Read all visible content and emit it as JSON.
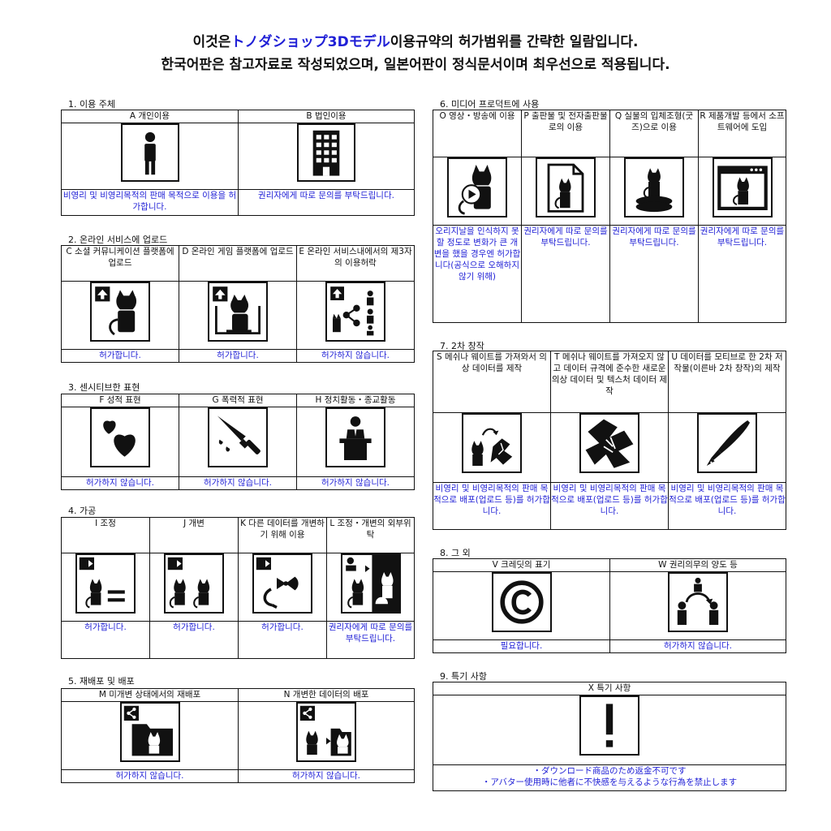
{
  "header": {
    "line1_pre": "이것은",
    "line1_hl": "トノダショップ3Dモデル",
    "line1_post": "이용규약의 허가범위를 간략한 일람입니다.",
    "line2": "한국어판은 참고자료로 작성되었으며, 일본어판이 정식문서이며 최우선으로 적용됩니다."
  },
  "sections": {
    "s1": {
      "title": "1. 이용 주체",
      "items": [
        {
          "label": "A 개인이용",
          "icon": "person-icon",
          "status": "비영리 및 비영리목적의 판매 목적으로 이용을 허가합니다."
        },
        {
          "label": "B 법인이용",
          "icon": "office-building-icon",
          "status": "권리자에게 따로 문의를 부탁드립니다."
        }
      ]
    },
    "s2": {
      "title": "2. 온라인 서비스에 업로드",
      "items": [
        {
          "label": "C 소셜 커뮤니케이션 플랫폼에 업로드",
          "icon": "upload-avatar-icon",
          "status": "허가합니다."
        },
        {
          "label": "D 온라인 게임 플랫폼에 업로드",
          "icon": "upload-game-icon",
          "status": "허가합니다."
        },
        {
          "label": "E 온라인 서비스내에서의 제3자의 이용허락",
          "icon": "share-third-party-icon",
          "status": "허가하지 않습니다."
        }
      ]
    },
    "s3": {
      "title": "3. 센시티브한 표현",
      "items": [
        {
          "label": "F 성적 표현",
          "icon": "hearts-icon",
          "status": "허가하지 않습니다."
        },
        {
          "label": "G 폭력적 표현",
          "icon": "knife-icon",
          "status": "허가하지 않습니다."
        },
        {
          "label": "H 정치활동・종교활동",
          "icon": "podium-icon",
          "status": "허가하지 않습니다."
        }
      ]
    },
    "s4": {
      "title": "4. 가공",
      "items": [
        {
          "label": "I 조정",
          "icon": "adjust-icon",
          "status": "허가합니다."
        },
        {
          "label": "J 개변",
          "icon": "modify-icon",
          "status": "허가합니다."
        },
        {
          "label": "K 다른 데이터를 개변하기 위해 이용",
          "icon": "reuse-parts-icon",
          "status": "허가합니다."
        },
        {
          "label": "L 조정・개변의 외부위탁",
          "icon": "outsourcing-icon",
          "status": "권리자에게 따로 문의를 부탁드립니다."
        }
      ]
    },
    "s5": {
      "title": "5. 재배포 및 배포",
      "items": [
        {
          "label": "M 미개변 상태에서의 재배포",
          "icon": "redistribute-folder-icon",
          "status": "허가하지 않습니다."
        },
        {
          "label": "N 개변한 데이터의 배포",
          "icon": "distribute-modified-icon",
          "status": "허가하지 않습니다."
        }
      ]
    },
    "s6": {
      "title": "6. 미디어 프로덕트에 사용",
      "items": [
        {
          "label": "O 영상・방송에 이용",
          "icon": "video-play-icon",
          "status": "오리지날을 인식하지 못할 정도로 변화가 큰 개변을 했을 경우엔 허가합니다(공식으로 오해하지 않기 위해)"
        },
        {
          "label": "P 출판물 및 전자출판물로의 이용",
          "icon": "document-icon",
          "status": "권리자에게 따로 문의를 부탁드립니다."
        },
        {
          "label": "Q 실물의 입체조형(굿즈)으로 이용",
          "icon": "figure-icon",
          "status": "권리자에게 따로 문의를 부탁드립니다."
        },
        {
          "label": "R 제품개발 등에서 소프트웨어에 도입",
          "icon": "software-window-icon",
          "status": "권리자에게 따로 문의를 부탁드립니다."
        }
      ]
    },
    "s7": {
      "title": "7. 2차 창작",
      "items": [
        {
          "label": "S 메쉬나 웨이트를 가져와서 의상 데이터를 제작",
          "icon": "costume-transfer-icon",
          "status": "비영리 및 비영리목적의 판매 목적으로 배포(업로드 등)를 허가합니다."
        },
        {
          "label": "T 메쉬나 웨이트를 가져오지 않고 데이터 규격에 준수한 새로운 의상 데이터 및 텍스처 데이터 제작",
          "icon": "new-costume-icon",
          "status": "비영리 및 비영리목적의 판매 목적으로 배포(업로드 등)를 허가합니다."
        },
        {
          "label": "U 데이터를 모티브로 한 2차 저작물(이른바 2차 창작)의 제작",
          "icon": "pen-icon",
          "status": "비영리 및 비영리목적의 판매 목적으로 배포(업로드 등)를 허가합니다."
        }
      ]
    },
    "s8": {
      "title": "8. 그 외",
      "items": [
        {
          "label": "V 크레딧의 표기",
          "icon": "copyright-icon",
          "status": "필요합니다."
        },
        {
          "label": "W 권리의무의 양도 등",
          "icon": "transfer-rights-icon",
          "status": "허가하지 않습니다."
        }
      ]
    },
    "s9": {
      "title": "9. 특기 사항",
      "label": "X 특기 사항",
      "icon": "exclamation-icon",
      "notes": [
        "・ダウンロード商品のため返金不可です",
        "・アバター使用時に他者に不快感を与えるような行為を禁止します"
      ]
    }
  }
}
